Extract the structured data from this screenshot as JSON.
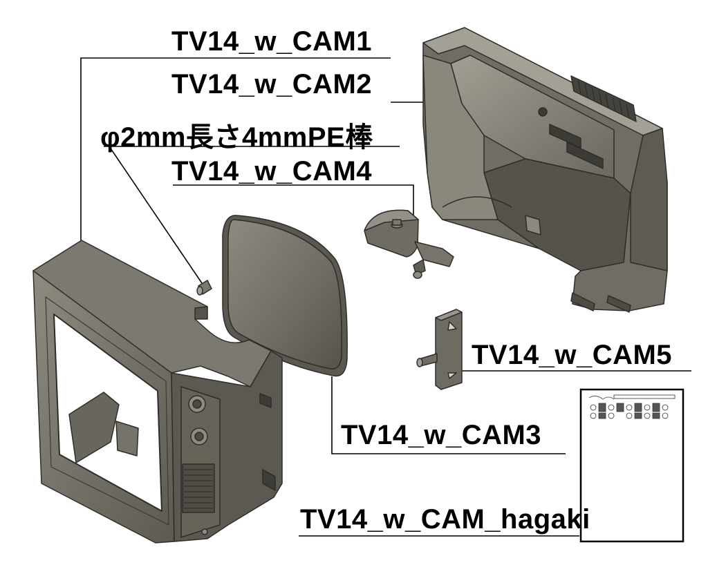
{
  "labels": {
    "cam1": "TV14_w_CAM1",
    "cam2": "TV14_w_CAM2",
    "pe_rod": "φ2mm長さ4mmPE棒",
    "cam4": "TV14_w_CAM4",
    "cam5": "TV14_w_CAM5",
    "cam3": "TV14_w_CAM3",
    "hagaki": "TV14_w_CAM_hagaki"
  },
  "colors": {
    "part_body": "#6d6b62",
    "part_light": "#9a978c",
    "part_dark": "#3f3d37",
    "leader_line": "#000000",
    "background": "#ffffff"
  }
}
